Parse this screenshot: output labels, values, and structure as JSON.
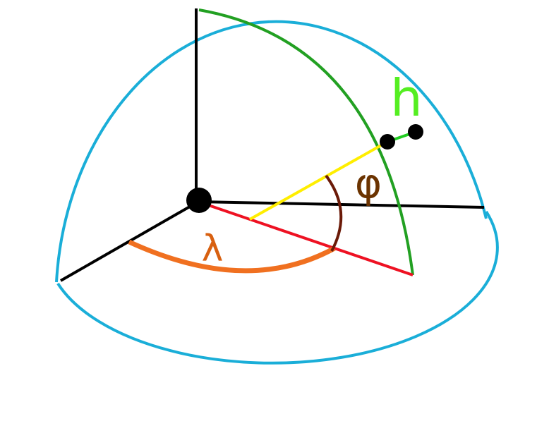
{
  "labels": {
    "height": "h",
    "latitude": "φ",
    "longitude": "λ"
  },
  "colors": {
    "ellipsoid": "#1aaed8",
    "meridian": "#22a022",
    "height_segment": "#22cc22",
    "height_label": "#55ee22",
    "axes": "#000000",
    "normal": "#ffee00",
    "projection": "#ee1122",
    "latitude_arc": "#6b1a08",
    "latitude_label": "#6b3300",
    "longitude_arc": "#f07020",
    "longitude_label": "#d86010",
    "background": "#ffffff"
  }
}
